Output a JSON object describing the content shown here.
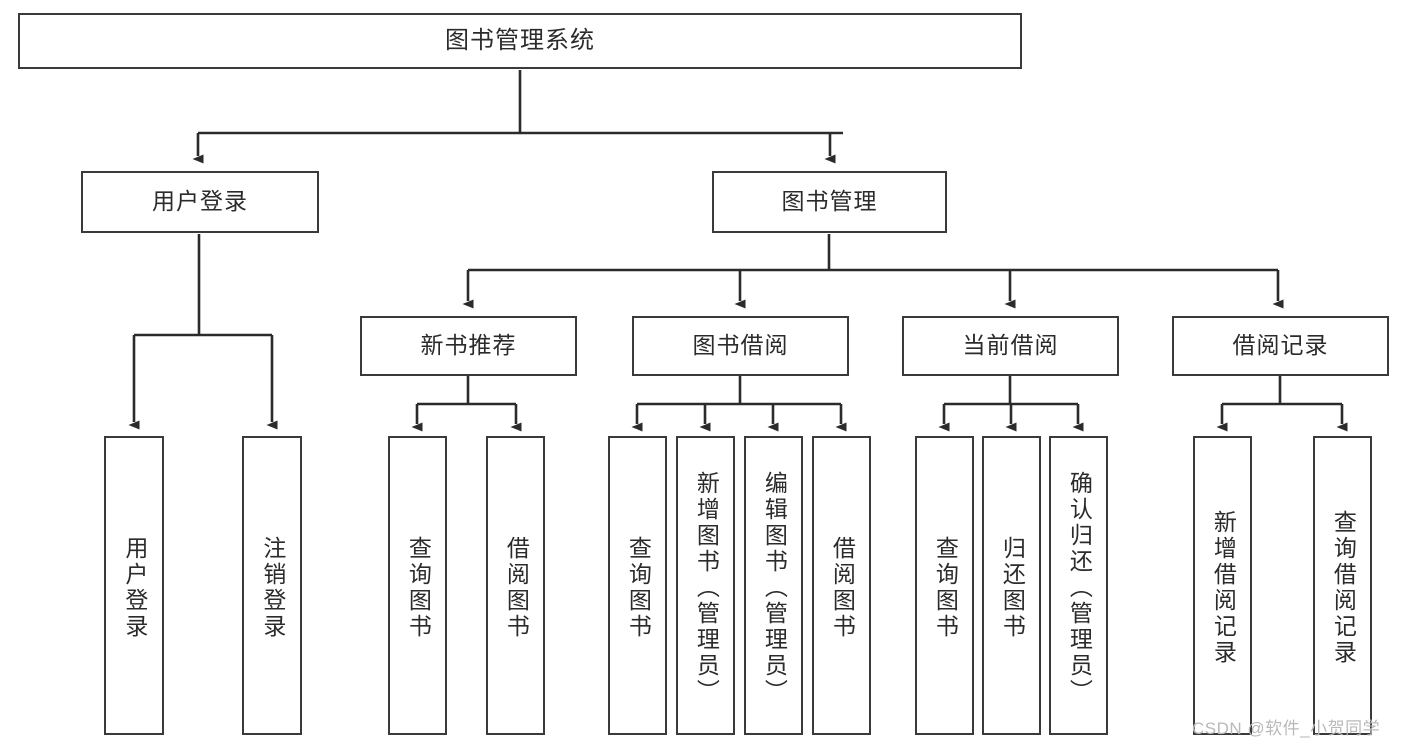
{
  "diagram": {
    "title": "图书管理系统",
    "type": "tree-hierarchy",
    "watermark": "CSDN @软件_小贺同学",
    "colors": {
      "border": "#3a3a3a",
      "background": "#ffffff",
      "text": "#2b2b2b",
      "edge": "#2b2b2b",
      "watermark": "#b9b9b9"
    },
    "levels": {
      "root": "图书管理系统",
      "level2": [
        "用户登录",
        "图书管理"
      ],
      "level3": [
        "新书推荐",
        "图书借阅",
        "当前借阅",
        "借阅记录"
      ]
    },
    "nodes": {
      "root": {
        "label": "图书管理系统"
      },
      "user_login": {
        "label": "用户登录"
      },
      "book_manage": {
        "label": "图书管理"
      },
      "new_book_rec": {
        "label": "新书推荐"
      },
      "book_borrow": {
        "label": "图书借阅"
      },
      "current_borrow": {
        "label": "当前借阅"
      },
      "borrow_record": {
        "label": "借阅记录"
      },
      "leaf_user_login": {
        "label": "用户登录"
      },
      "leaf_logout": {
        "label": "注销登录"
      },
      "leaf_query_book_1": {
        "label": "查询图书"
      },
      "leaf_borrow_book_1": {
        "label": "借阅图书"
      },
      "leaf_query_book_2": {
        "label": "查询图书"
      },
      "leaf_add_book": {
        "label": "新增图书（管理员）"
      },
      "leaf_edit_book": {
        "label": "编辑图书（管理员）"
      },
      "leaf_borrow_book_2": {
        "label": "借阅图书"
      },
      "leaf_query_book_3": {
        "label": "查询图书"
      },
      "leaf_return_book": {
        "label": "归还图书"
      },
      "leaf_confirm_return": {
        "label": "确认归还（管理员）"
      },
      "leaf_add_record": {
        "label": "新增借阅记录"
      },
      "leaf_query_record": {
        "label": "查询借阅记录"
      }
    },
    "edges": [
      {
        "from": "root",
        "to": "user_login"
      },
      {
        "from": "root",
        "to": "book_manage"
      },
      {
        "from": "user_login",
        "to": "leaf_user_login"
      },
      {
        "from": "user_login",
        "to": "leaf_logout"
      },
      {
        "from": "book_manage",
        "to": "new_book_rec"
      },
      {
        "from": "book_manage",
        "to": "book_borrow"
      },
      {
        "from": "book_manage",
        "to": "current_borrow"
      },
      {
        "from": "book_manage",
        "to": "borrow_record"
      },
      {
        "from": "new_book_rec",
        "to": "leaf_query_book_1"
      },
      {
        "from": "new_book_rec",
        "to": "leaf_borrow_book_1"
      },
      {
        "from": "book_borrow",
        "to": "leaf_query_book_2"
      },
      {
        "from": "book_borrow",
        "to": "leaf_add_book"
      },
      {
        "from": "book_borrow",
        "to": "leaf_edit_book"
      },
      {
        "from": "book_borrow",
        "to": "leaf_borrow_book_2"
      },
      {
        "from": "current_borrow",
        "to": "leaf_query_book_3"
      },
      {
        "from": "current_borrow",
        "to": "leaf_return_book"
      },
      {
        "from": "current_borrow",
        "to": "leaf_confirm_return"
      },
      {
        "from": "borrow_record",
        "to": "leaf_add_record"
      },
      {
        "from": "borrow_record",
        "to": "leaf_query_record"
      }
    ]
  }
}
